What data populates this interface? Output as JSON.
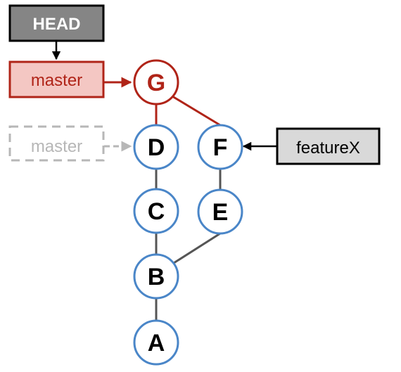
{
  "diagram": {
    "head_ref": {
      "label": "HEAD"
    },
    "master_ref": {
      "label": "master"
    },
    "old_master_ref": {
      "label": "master"
    },
    "feature_ref": {
      "label": "featureX"
    },
    "commits": {
      "G": {
        "label": "G"
      },
      "D": {
        "label": "D"
      },
      "F": {
        "label": "F"
      },
      "C": {
        "label": "C"
      },
      "E": {
        "label": "E"
      },
      "B": {
        "label": "B"
      },
      "A": {
        "label": "A"
      }
    }
  },
  "colors": {
    "commit_stroke": "#4a86c8",
    "head_commit_stroke": "#b02418",
    "head_commit_text": "#b02418",
    "edge": "#555555",
    "head_edge": "#b02418",
    "head_box_fill": "#858585",
    "master_box_fill": "#f4c7c3",
    "master_box_stroke": "#b02418",
    "old_master": "#b7b7b7",
    "feature_box_fill": "#d9d9d9"
  }
}
